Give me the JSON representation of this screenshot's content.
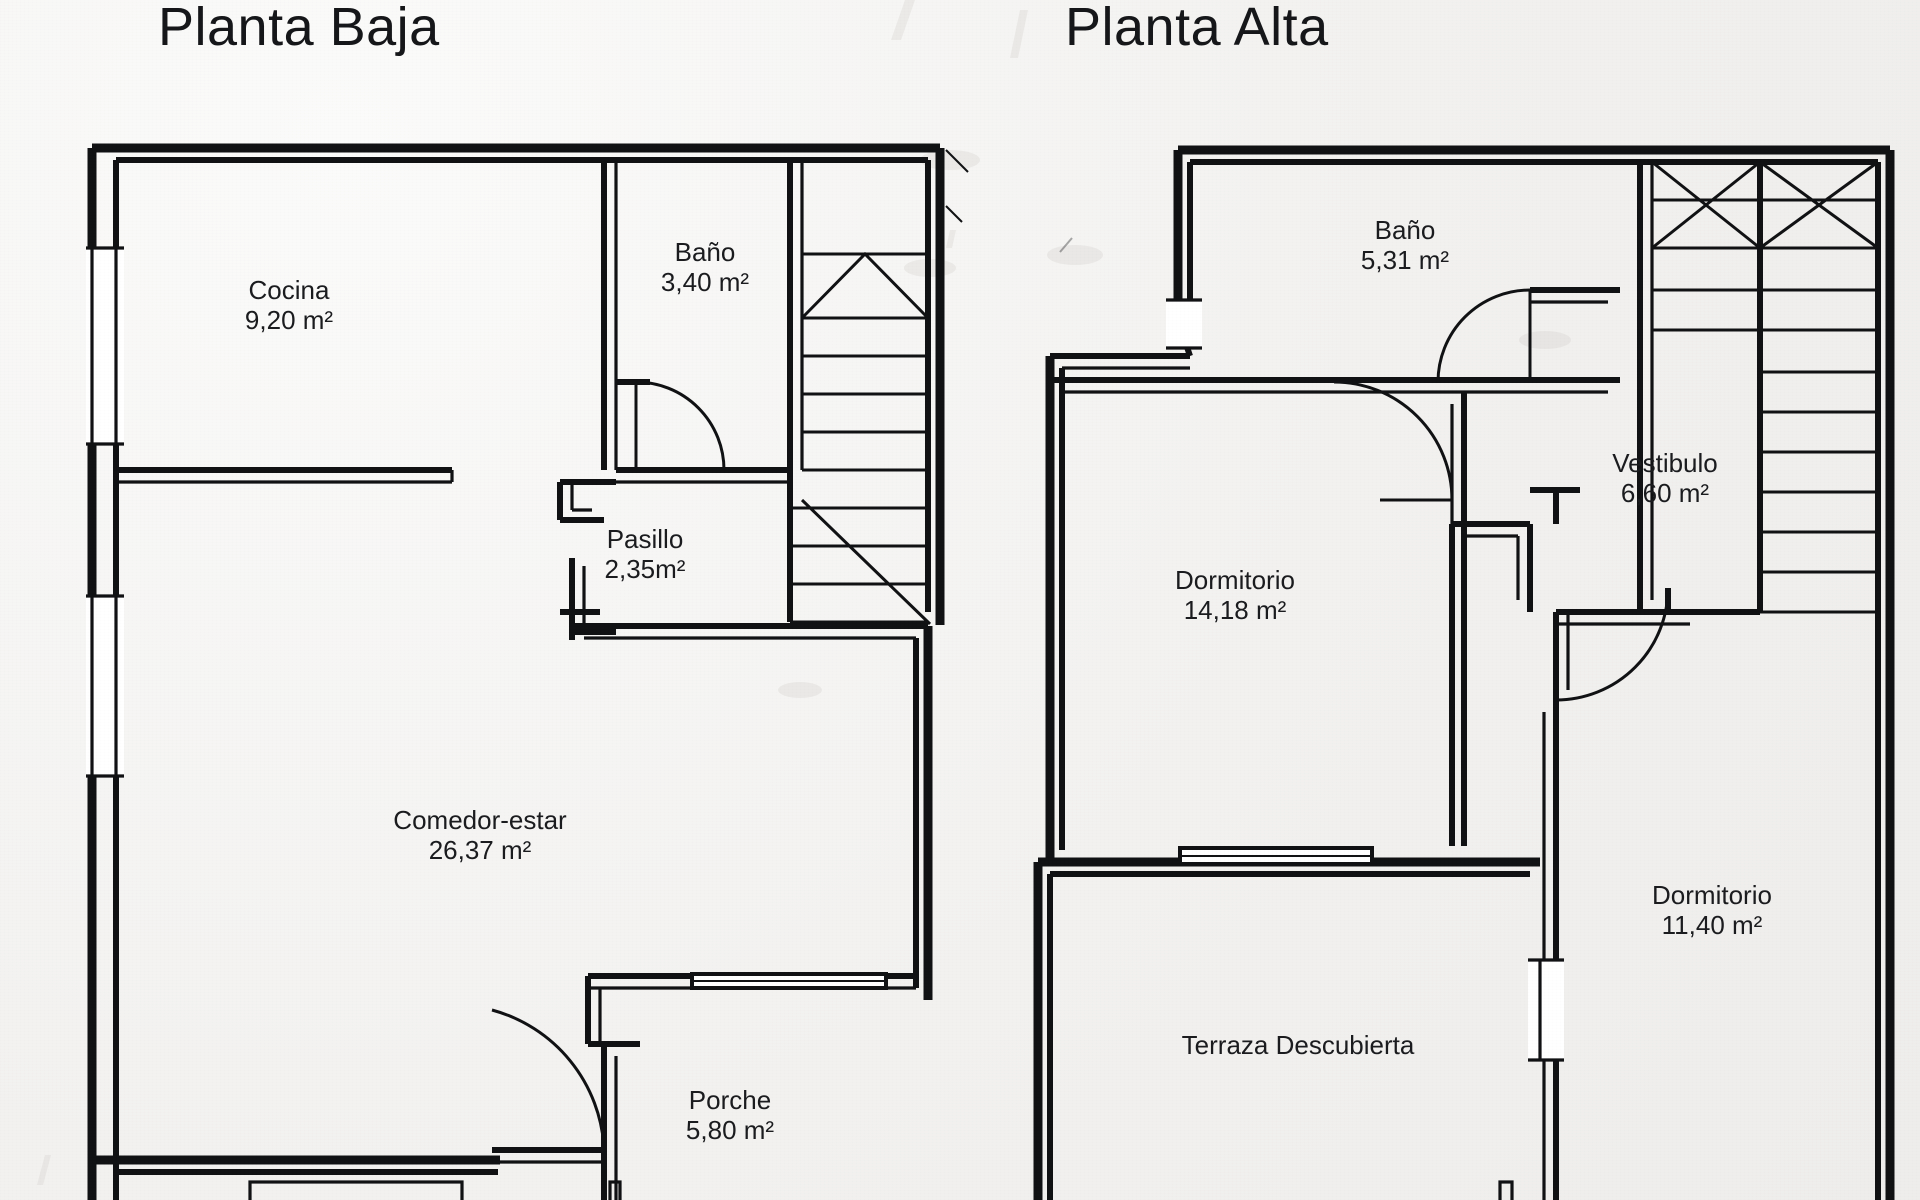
{
  "document": {
    "type": "architectural-floor-plan",
    "language": "es",
    "background_color": "#f2f1ef",
    "ink_color": "#111214"
  },
  "plans": [
    {
      "id": "planta-baja",
      "title": "Planta Baja",
      "rooms": [
        {
          "id": "cocina",
          "name": "Cocina",
          "area": "9,20 m²"
        },
        {
          "id": "bano-baja",
          "name": "Baño",
          "area": "3,40 m²"
        },
        {
          "id": "pasillo",
          "name": "Pasillo",
          "area": "2,35m²"
        },
        {
          "id": "comedor-estar",
          "name": "Comedor-estar",
          "area": "26,37 m²"
        },
        {
          "id": "porche",
          "name": "Porche",
          "area": "5,80 m²"
        }
      ]
    },
    {
      "id": "planta-alta",
      "title": "Planta Alta",
      "rooms": [
        {
          "id": "bano-alta",
          "name": "Baño",
          "area": "5,31 m²"
        },
        {
          "id": "vestibulo",
          "name": "Vestibulo",
          "area": "6,60 m²"
        },
        {
          "id": "dormitorio-1",
          "name": "Dormitorio",
          "area": "14,18 m²"
        },
        {
          "id": "dormitorio-2",
          "name": "Dormitorio",
          "area": "11,40 m²"
        },
        {
          "id": "terraza",
          "name": "Terraza  Descubierta",
          "area": ""
        }
      ]
    }
  ]
}
